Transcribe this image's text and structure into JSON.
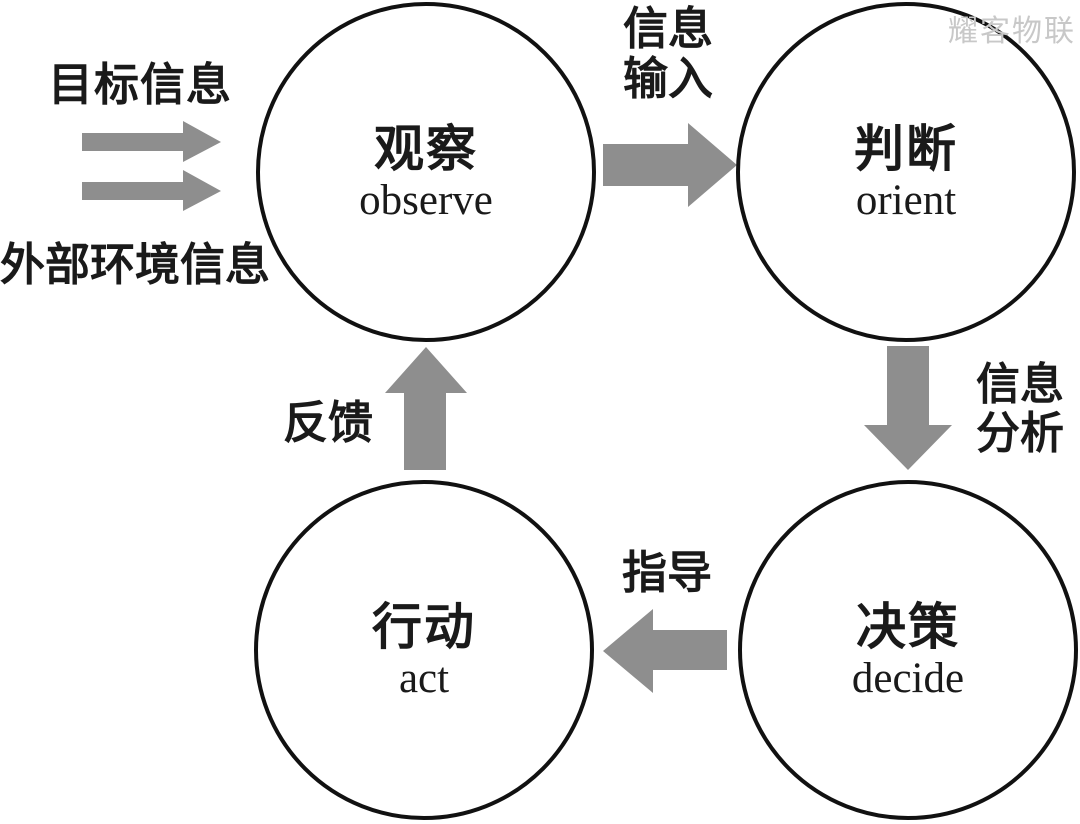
{
  "diagram": {
    "title_semantic": "OODA loop diagram",
    "watermark": "耀客物联"
  },
  "colors": {
    "arrow": "#8e8e8e",
    "circle_border": "#111111",
    "text": "#1a1a1a",
    "watermark": "#c8c8c8",
    "background": "#ffffff"
  },
  "nodes": {
    "observe": {
      "zh": "观察",
      "en": "observe"
    },
    "orient": {
      "zh": "判断",
      "en": "orient"
    },
    "decide": {
      "zh": "决策",
      "en": "decide"
    },
    "act": {
      "zh": "行动",
      "en": "act"
    }
  },
  "labels": {
    "goal_info": "目标信息",
    "env_info": "外部环境信息",
    "info_input": [
      "信息",
      "输入"
    ],
    "info_analysis": [
      "信息",
      "分析"
    ],
    "guide": "指导",
    "feedback": "反馈"
  },
  "arrows": [
    {
      "name": "goal-info-arrow",
      "from": "目标信息",
      "to": "观察 observe",
      "direction": "right"
    },
    {
      "name": "env-info-arrow",
      "from": "外部环境信息",
      "to": "观察 observe",
      "direction": "right"
    },
    {
      "name": "info-input-arrow",
      "from": "观察 observe",
      "to": "判断 orient",
      "direction": "right"
    },
    {
      "name": "info-analysis-arrow",
      "from": "判断 orient",
      "to": "决策 decide",
      "direction": "down"
    },
    {
      "name": "guide-arrow",
      "from": "决策 decide",
      "to": "行动 act",
      "direction": "left"
    },
    {
      "name": "feedback-arrow",
      "from": "行动 act",
      "to": "观察 observe",
      "direction": "up"
    }
  ]
}
